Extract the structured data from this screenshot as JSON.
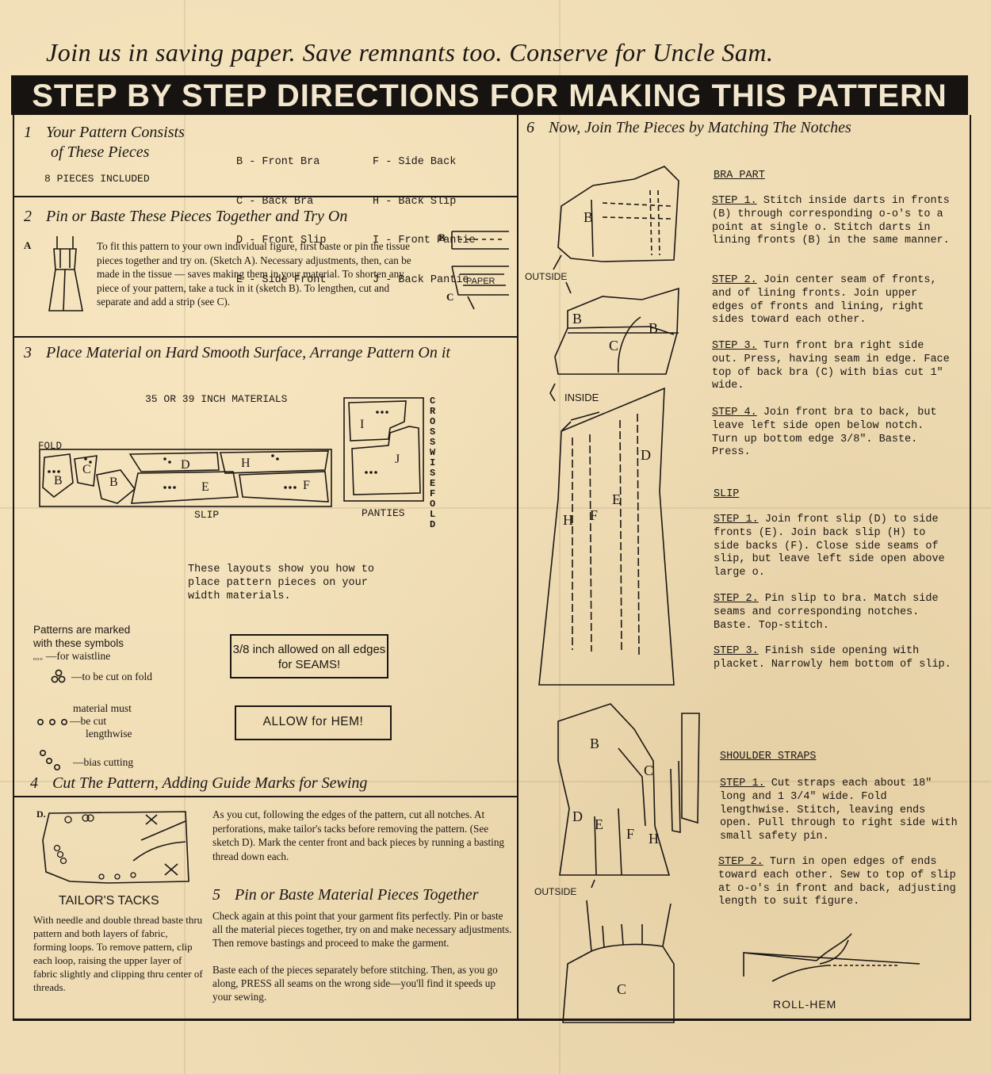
{
  "slogan": "Join us in saving paper.   Save remnants too.   Conserve for Uncle Sam.",
  "banner": "STEP BY STEP DIRECTIONS FOR MAKING THIS PATTERN",
  "sec1": {
    "num": "1",
    "title_line1": "Your Pattern Consists",
    "title_line2": "of These Pieces",
    "pieces_included": "8 PIECES INCLUDED",
    "pieces_col1": [
      "B - Front Bra",
      "C - Back Bra",
      "D - Front Slip",
      "E - Side Front"
    ],
    "pieces_col2": [
      "F - Side Back",
      "H - Back Slip",
      "I - Front Pantie",
      "J - Back Pantie"
    ]
  },
  "sec2": {
    "num": "2",
    "title": "Pin or Baste These Pieces Together and Try On",
    "sketch_a": "A",
    "sketch_b": "B",
    "sketch_c": "C",
    "paper_word": "PAPER",
    "body": "To fit this pattern to your own individual figure, first baste or pin the tissue pieces together and try on. (Sketch A). Necessary adjustments, then, can be made in the tissue — saves making them in your material. To shorten any piece of your pattern, take a tuck in it (sketch B). To lengthen, cut and separate and add a strip (see C)."
  },
  "sec3": {
    "num": "3",
    "title": "Place Material on Hard Smooth Surface, Arrange Pattern On it",
    "materials": "35 OR 39 INCH MATERIALS",
    "fold": "FOLD",
    "slip": "SLIP",
    "panties": "PANTIES",
    "crosswise_fold": "CROSSWISE FOLD",
    "layout_note": "These layouts show you how to place pattern pieces on your width materials.",
    "symbols_title": "Patterns are marked with these symbols",
    "sym_waistline": "—for waistline",
    "sym_fold": "—to be cut on fold",
    "sym_length_1": "material must",
    "sym_length_2": "—be cut",
    "sym_length_3": "lengthwise",
    "sym_bias": "—bias cutting",
    "seams_box": "3/8 inch allowed on all edges for SEAMS!",
    "hem_box": "ALLOW for HEM!",
    "layout_letters": [
      "B",
      "C",
      "D",
      "H",
      "B",
      "E",
      "F",
      "I",
      "J"
    ]
  },
  "sec4": {
    "num": "4",
    "title": "Cut The Pattern, Adding Guide Marks for Sewing",
    "sketch_d": "D.",
    "tailors_tacks": "TAILOR'S TACKS",
    "tacks_body": "With needle and double thread baste thru pattern and both layers of fabric, forming loops. To remove pattern, clip each loop, raising the upper layer of fabric slightly and clipping thru center of threads.",
    "body": "As you cut, following the edges of the pattern, cut all notches. At perforations, make tailor's tacks before removing the pattern. (See sketch D). Mark the center front and back pieces by running a basting thread down each."
  },
  "sec5": {
    "num": "5",
    "title": "Pin or Baste Material Pieces Together",
    "body1": "Check again at this point that your garment fits perfectly. Pin or baste all the material pieces together, try on and make necessary adjustments. Then remove bastings and proceed to make the garment.",
    "body2": "Baste each of the pieces separately before stitching. Then, as you go along, PRESS all seams on the wrong side—you'll find it speeds up your sewing."
  },
  "sec6": {
    "num": "6",
    "title": "Now, Join The Pieces by Matching The Notches",
    "outside": "OUTSIDE",
    "inside": "INSIDE",
    "outside2": "OUTSIDE",
    "roll_hem": "ROLL-HEM",
    "bra_part": "BRA PART",
    "bra_steps": [
      {
        "label": "STEP 1.",
        "text": "Stitch inside darts in fronts (B) through corresponding o-o's to a point at single o. Stitch darts in lining fronts (B) in the same manner."
      },
      {
        "label": "STEP 2.",
        "text": "Join center seam of fronts, and of lining fronts. Join upper edges of fronts and lining, right sides toward each other."
      },
      {
        "label": "STEP 3.",
        "text": "Turn front bra right side out. Press, having seam in edge. Face top of back bra (C) with bias cut 1\" wide."
      },
      {
        "label": "STEP 4.",
        "text": "Join front bra to back, but leave left side open below notch. Turn up bottom edge 3/8\". Baste. Press."
      }
    ],
    "slip": "SLIP",
    "slip_steps": [
      {
        "label": "STEP 1.",
        "text": "Join front slip (D) to side fronts (E). Join back slip (H) to side backs (F). Close side seams of slip, but leave left side open above large o."
      },
      {
        "label": "STEP 2.",
        "text": "Pin slip to bra. Match side seams and corresponding notches. Baste. Top-stitch."
      },
      {
        "label": "STEP 3.",
        "text": "Finish side opening with placket. Narrowly hem bottom of slip."
      }
    ],
    "shoulder_straps": "SHOULDER STRAPS",
    "strap_steps": [
      {
        "label": "STEP 1.",
        "text": "Cut straps each about 18\" long and 1 3/4\" wide. Fold lengthwise. Stitch, leaving ends open. Pull through to right side with small safety pin."
      },
      {
        "label": "STEP 2.",
        "text": "Turn in open edges of ends toward each other. Sew to top of slip at o-o's in front and back, adjusting length to suit figure."
      }
    ],
    "drawing_letters": [
      "B",
      "B",
      "C",
      "B",
      "H",
      "F",
      "E",
      "D",
      "B",
      "C",
      "D",
      "E",
      "F",
      "H",
      "C"
    ]
  }
}
